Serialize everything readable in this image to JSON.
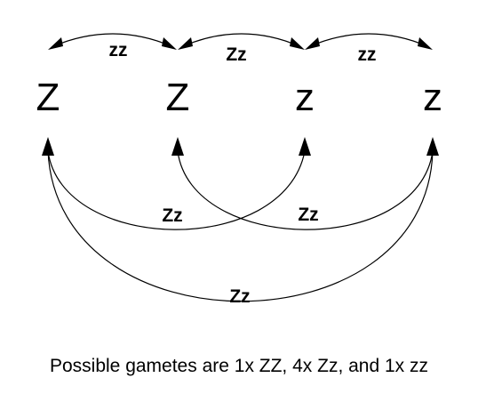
{
  "alleles": [
    "Z",
    "Z",
    "z",
    "z"
  ],
  "pairs": {
    "top_1_2": "zz",
    "top_2_3": "Zz",
    "top_3_4": "zz",
    "inner_1_3": "Zz",
    "inner_2_4": "Zz",
    "outer_1_4": "Zz"
  },
  "caption": "Possible gametes are 1x ZZ, 4x Zz, and 1x zz",
  "colors": {
    "stroke": "#000000",
    "background": "#ffffff"
  }
}
